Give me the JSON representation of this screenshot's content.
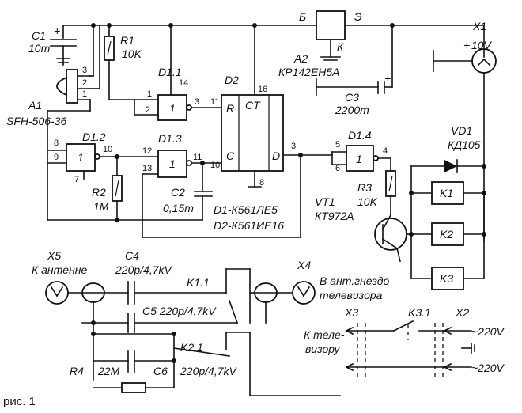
{
  "labels": {
    "C1": "C1",
    "C1_val": "10m",
    "plus1": "+",
    "R1": "R1",
    "R1_val": "10K",
    "B": "Б",
    "E": "Э",
    "K": "К",
    "X1": "X1",
    "X1_val": "10V",
    "X1_plus": "+",
    "A2": "A2",
    "A2_val": "КР142ЕН5А",
    "D1_1": "D1.1",
    "D2": "D2",
    "A1": "A1",
    "A1_val": "SFH-506-36",
    "C3": "C3",
    "C3_val": "2200m",
    "C3_plus": "+",
    "D1_4": "D1.4",
    "VD1": "VD1",
    "VD1_val": "КД105",
    "D1_2": "D1.2",
    "D1_3": "D1.3",
    "R2": "R2",
    "R2_val": "1M",
    "C2": "C2",
    "C2_val": "0,15m",
    "R3": "R3",
    "R3_val": "10K",
    "VT1": "VT1",
    "VT1_val": "КТ972А",
    "K1": "K1",
    "K2": "K2",
    "K3": "K3",
    "note1": "D1-К561ЛЕ5",
    "note2": "D2-К561ИЕ16",
    "X5": "X5",
    "X5_desc": "К антенне",
    "C4": "C4",
    "C4_val": "220p/4,7kV",
    "X4": "X4",
    "X4_desc1": "В ант.гнездо",
    "X4_desc2": "телевизора",
    "K1_1": "K1.1",
    "C5": "C5 220p/4,7kV",
    "X3": "X3",
    "K3_1": "K3.1",
    "X2": "X2",
    "to_tv1": "К теле-",
    "to_tv2": "визору",
    "v220a": "~220V",
    "v220b": "~220V",
    "K2_1": "K2.1",
    "R4": "R4",
    "R4_val": "22M",
    "C6": "C6",
    "C6_val": "220p/4,7kV",
    "fig": "рис. 1",
    "g1": "1",
    "gD": "D",
    "gR": "R",
    "gCT": "CT",
    "gC": "C"
  },
  "pins": {
    "p3": "3",
    "p2": "2",
    "p1": "1",
    "d11_1": "1",
    "d11_2": "2",
    "d11_3": "3",
    "d11_14": "14",
    "d2_11": "11",
    "d2_16": "16",
    "d2_10": "10",
    "d2_3": "3",
    "d2_8": "8",
    "d12_8": "8",
    "d12_9": "9",
    "d12_10": "10",
    "d12_7": "7",
    "d13_12": "12",
    "d13_13": "13",
    "d13_11": "11",
    "d14_5": "5",
    "d14_6": "6",
    "d14_4": "4"
  }
}
